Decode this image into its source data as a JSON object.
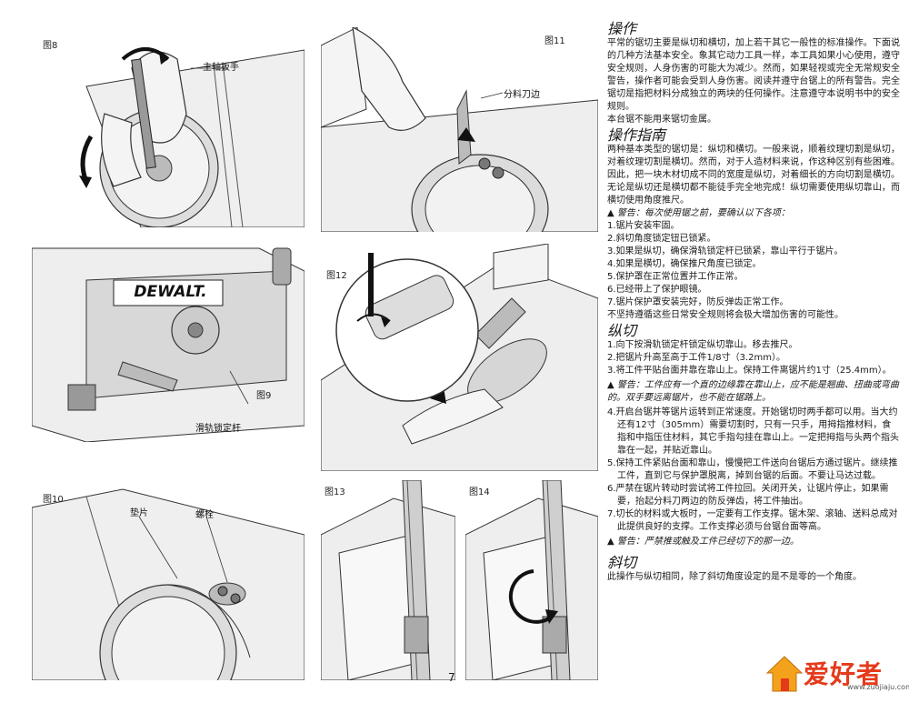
{
  "figures": {
    "fig8": {
      "label": "图8",
      "callouts": [
        "主轴扳手"
      ]
    },
    "fig9": {
      "label": "图9",
      "brand": "DEWALT.",
      "callouts": [
        "滑轨锁定杆"
      ]
    },
    "fig10": {
      "label": "图10",
      "callouts": [
        "垫片",
        "螺栓"
      ]
    },
    "fig11": {
      "label": "图11",
      "callouts": [
        "分料刀边"
      ]
    },
    "fig12": {
      "label": "图12"
    },
    "fig13": {
      "label": "图13"
    },
    "fig14": {
      "label": "图14"
    }
  },
  "sections": {
    "operation": {
      "heading": "操作",
      "paragraphs": [
        "平常的锯切主要是纵切和横切，加上若干其它一般性的标准操作。下面说的几种方法基本安全。象其它动力工具一样，本工具如果小心使用，遵守安全规则，人身伤害的可能大为减少。然而，如果轻视或完全无常规安全警告，操作者可能会受到人身伤害。阅读并遵守台锯上的所有警告。完全锯切是指把材料分成独立的两块的任何操作。注意遵守本说明书中的安全规则。",
        "本台锯不能用来锯切金属。"
      ]
    },
    "guide": {
      "heading": "操作指南",
      "paragraph": "两种基本类型的锯切是：纵切和横切。一般来说，顺着纹理切割是纵切，对着纹理切割是横切。然而，对于人造材料来说，作这种区别有些困难。因此，把一块木材切成不同的宽度是纵切，对着细长的方向切割是横切。无论是纵切还是横切都不能徒手完全地完成！纵切需要使用纵切靠山，而横切使用角度推尺。",
      "warning": "警告：每次使用锯之前，要确认以下各项：",
      "checklist": [
        "1.锯片安装牢固。",
        "2.斜切角度锁定钮已锁紧。",
        "3.如果是纵切，确保滑轨锁定杆已锁紧，靠山平行于锯片。",
        "4.如果是横切，确保推尺角度已锁定。",
        "5.保护罩在正常位置并工作正常。",
        "6.已经带上了保护眼镜。",
        "7.锯片保护罩安装完好，防反弹齿正常工作。"
      ],
      "closing": "不坚持遵循这些日常安全规则将会极大增加伤害的可能性。"
    },
    "rip": {
      "heading": "纵切",
      "steps_a": [
        "1.向下按滑轨锁定杆锁定纵切靠山。移去推尺。",
        "2.把锯片升高至高于工件1/8寸（3.2mm）。",
        "3.将工件平贴台面并靠在靠山上。保持工件离锯片约1寸（25.4mm）。"
      ],
      "warning1": "警告：工件应有一个直的边缘靠在靠山上，应不能是翘曲、扭曲或弯曲的。双手要远离锯片，也不能在锯路上。",
      "steps_b": [
        "4.开启台锯并等锯片运转到正常速度。开始锯切时两手都可以用。当大约还有12寸（305mm）需要切割时，只有一只手，用拇指推材料，食指和中指压住材料，其它手指勾挂在靠山上。一定把拇指与头两个指头靠在一起，并贴近靠山。",
        "5.保持工件紧贴台面和靠山，慢慢把工件送向台锯后方通过锯片。继续推工件，直到它与保护罩脱离，掉到台锯的后面。不要让马达过载。",
        "6.严禁在锯片转动时尝试将工件拉回。关闭开关，让锯片停止，如果需要，抬起分料刀两边的防反弹齿，将工件抽出。",
        "7.切长的材料或大板时，一定要有工作支撑。锯木架、滚轴、送料总成对此提供良好的支撑。工作支撑必须与台锯台面等高。"
      ],
      "warning2": "警告：严禁推或触及工件已经切下的那一边。"
    },
    "bevel": {
      "heading": "斜切",
      "paragraph": "此操作与纵切相同，除了斜切角度设定的是不是零的一个角度。"
    }
  },
  "page_number": "7",
  "watermark": {
    "name": "爱好者",
    "url": "www.zuojiaju.com"
  },
  "colors": {
    "line": "#333333",
    "fill_light": "#e8e8e8",
    "fill_mid": "#c9c9c9",
    "logo_red": "#e53a1a",
    "logo_orange": "#f4a21c"
  }
}
